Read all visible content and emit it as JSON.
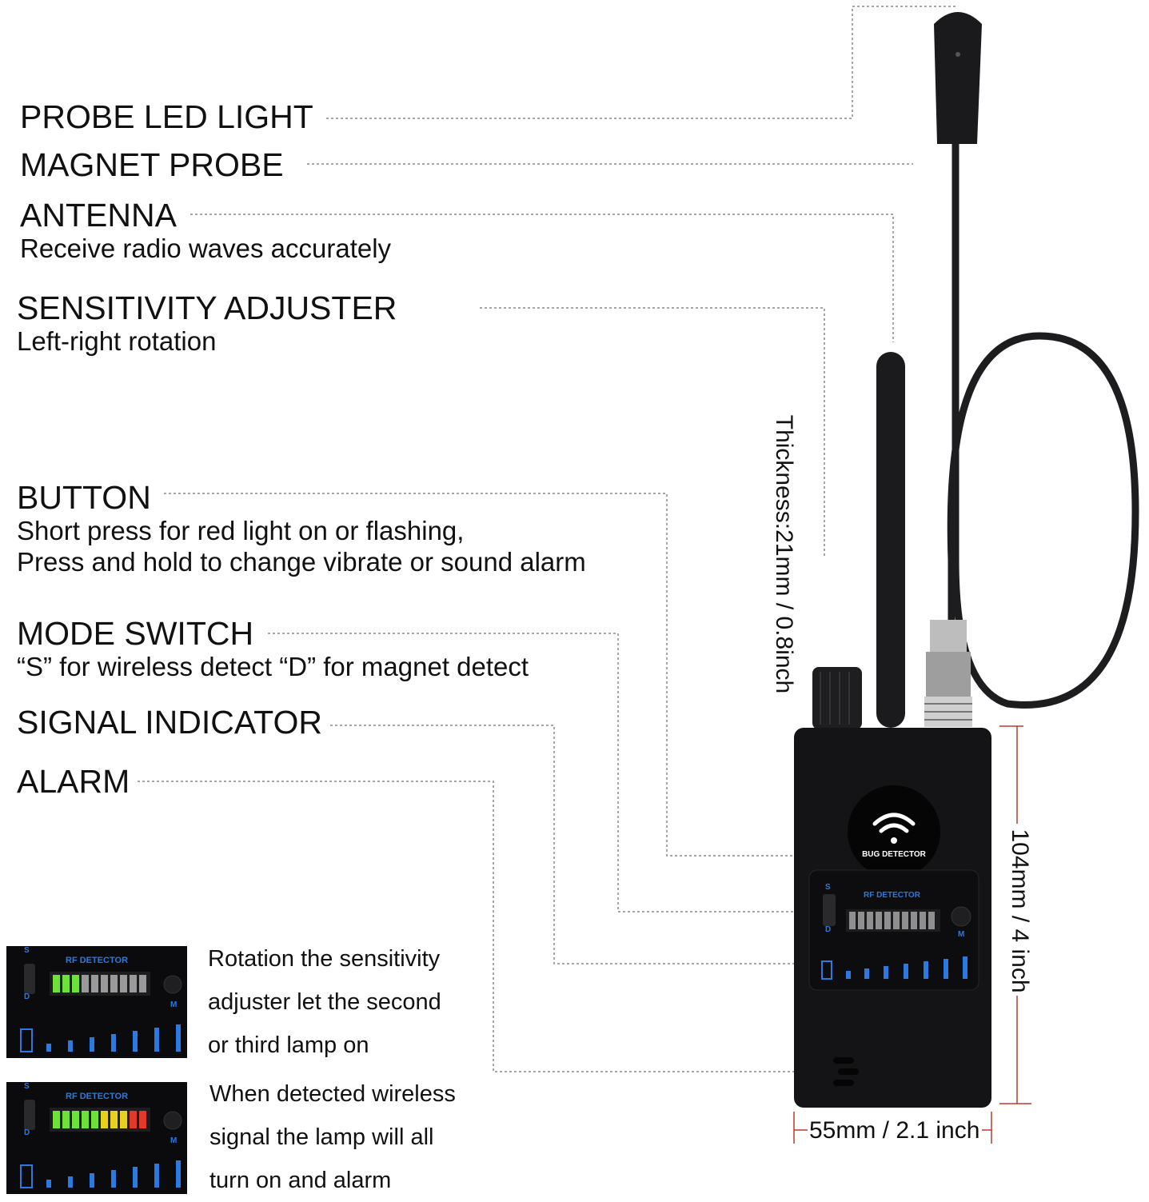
{
  "callouts": {
    "probe_led": {
      "title": "PROBE LED LIGHT"
    },
    "magnet_probe": {
      "title": "MAGNET PROBE"
    },
    "antenna": {
      "title": "ANTENNA",
      "desc": "Receive radio waves accurately"
    },
    "sensitivity": {
      "title": "SENSITIVITY ADJUSTER",
      "desc": "Left-right rotation"
    },
    "button": {
      "title": "BUTTON",
      "desc1": "Short press for red light on or flashing,",
      "desc2": "Press and hold to change vibrate or sound alarm"
    },
    "mode_switch": {
      "title": "MODE SWITCH",
      "desc": "“S” for wireless detect “D” for magnet detect"
    },
    "signal_indicator": {
      "title": "SIGNAL INDICATOR"
    },
    "alarm": {
      "title": "ALARM"
    }
  },
  "dimensions": {
    "thickness": "Thickness:21mm / 0.8inch",
    "height": "104mm / 4 inch",
    "width": "55mm / 2.1 inch"
  },
  "device": {
    "badge_text": "BUG DETECTOR",
    "panel_text": "RF DETECTOR",
    "switch_top": "S",
    "switch_bottom": "D",
    "button_letter": "M"
  },
  "examples": [
    {
      "panel_text": "RF DETECTOR",
      "s": "S",
      "d": "D",
      "m": "M",
      "lit_segments": 3,
      "caption_lines": [
        "Rotation the sensitivity",
        "adjuster let the second",
        "or third lamp on"
      ]
    },
    {
      "panel_text": "RF DETECTOR",
      "s": "S",
      "d": "D",
      "m": "M",
      "lit_segments": 10,
      "caption_lines": [
        "When detected wireless",
        "signal the lamp will all",
        "turn on and alarm"
      ]
    }
  ],
  "colors": {
    "led_green": "#6fe23a",
    "led_yellow": "#e6d21e",
    "led_red": "#e23a2a",
    "led_off": "#9a9a9a",
    "signal_blue": "#2a7ae0",
    "body": "#141417"
  }
}
